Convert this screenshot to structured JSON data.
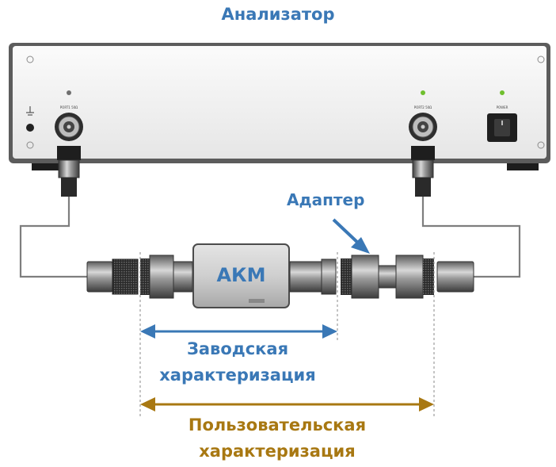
{
  "title": "Анализатор",
  "device": {
    "port1_label": "PORT1 50Ω",
    "port2_label": "PORT2 50Ω",
    "power_label": "POWER"
  },
  "acm_label": "АКМ",
  "adapter_label": "Адаптер",
  "factory_char": {
    "line1": "Заводская",
    "line2": "характеризация"
  },
  "user_char": {
    "line1": "Пользовательская",
    "line2": "характеризация"
  },
  "colors": {
    "title": "#3a78b6",
    "factory_arrow": "#3a78b6",
    "user_arrow": "#a87812"
  }
}
